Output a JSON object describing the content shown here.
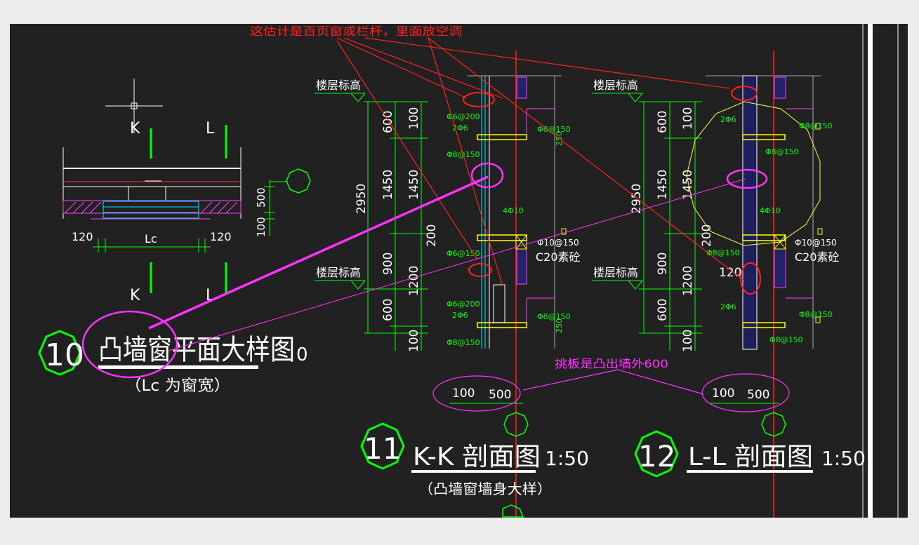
{
  "annotations": {
    "top_note": "这估计是百页窗或栏杆，里面放空调",
    "overhang_note": "挑板是凸出墙外600"
  },
  "detail10": {
    "number": "10",
    "title": "凸墙窗平面大样图",
    "title_suffix": "0",
    "subtitle": "（Lc 为窗宽）",
    "axis_k": "K",
    "axis_l": "L",
    "dim_left": "120",
    "dim_mid": "Lc",
    "dim_right": "120",
    "dim_500": "500",
    "dim_100": "100"
  },
  "detail11": {
    "number": "11",
    "title": "K-K 剖面图",
    "scale": "1:50",
    "subtitle": "（凸墙窗墙身大样）",
    "floor_level": "楼层标高",
    "dim_total": "2950",
    "dims_outer": [
      "600",
      "1450",
      "900",
      "600"
    ],
    "dims_inner": [
      "100",
      "1450",
      "200",
      "1200",
      "100"
    ],
    "rebar_1": "Φ6@200",
    "rebar_2": "2Φ6",
    "rebar_3": "Φ8@150",
    "rebar_4": "Φ6@150",
    "rebar_5": "Φ10@150",
    "rebar_6": "4Φ10",
    "concrete": "C20素砼",
    "dim_250": "250",
    "bottom_dim_100": "100",
    "bottom_dim_500": "500"
  },
  "detail12": {
    "number": "12",
    "title": "L-L 剖面图",
    "scale": "1:50",
    "floor_level": "楼层标高",
    "dim_total": "2950",
    "dims_outer": [
      "600",
      "1450",
      "900",
      "600"
    ],
    "dims_inner": [
      "100",
      "1450",
      "200",
      "1200",
      "100"
    ],
    "dim_120": "120",
    "rebar_2": "2Φ6",
    "rebar_3": "Φ8@150",
    "rebar_5": "Φ10@150",
    "rebar_6": "4Φ10",
    "concrete": "C20素砼",
    "bottom_dim_100": "100",
    "bottom_dim_500": "500"
  }
}
